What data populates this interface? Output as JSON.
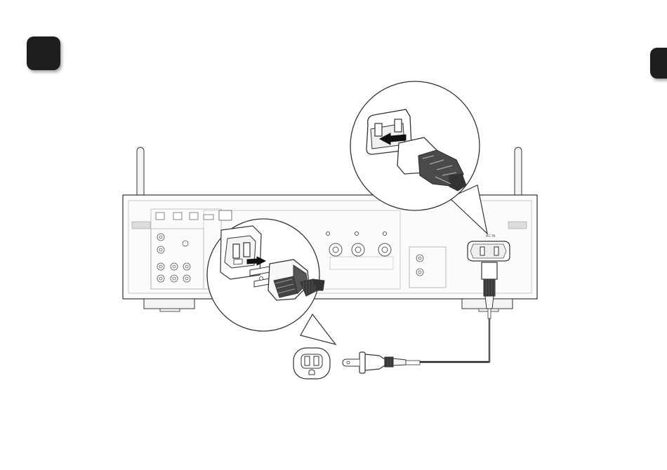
{
  "page": {
    "background": "#ffffff",
    "line_color": "#333333",
    "accent_dark": "#1e1e1e"
  },
  "labels": {
    "ac_in": "AC IN"
  },
  "icons": {
    "left_step_tab": "step-tab",
    "right_step_tab": "step-tab",
    "wall_outlet": "outlet-icon",
    "insert_arrow": "arrow-right-icon"
  }
}
